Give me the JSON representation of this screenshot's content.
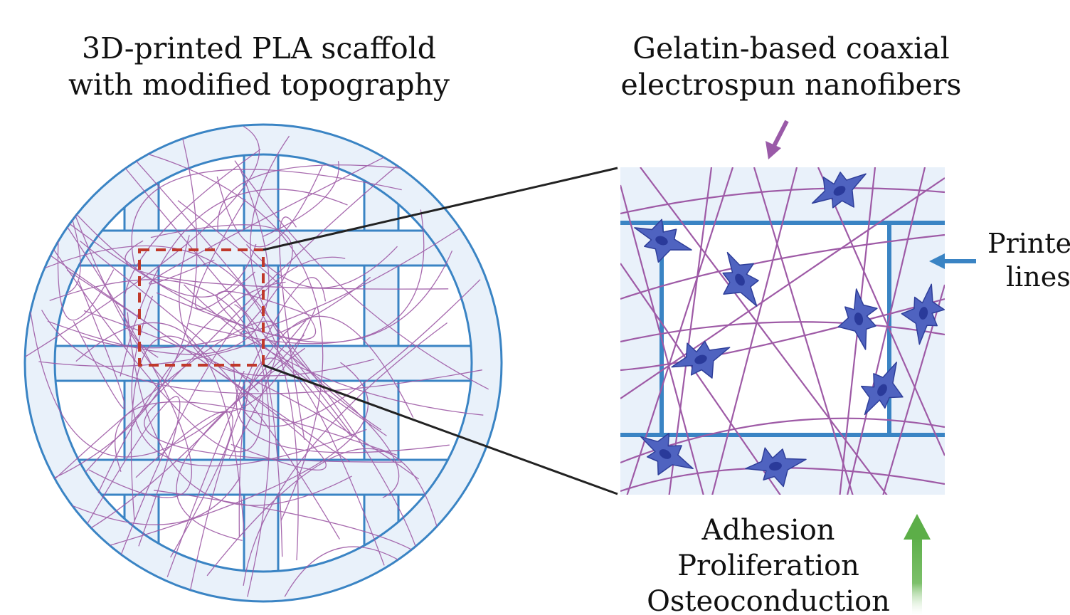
{
  "labels": {
    "scaffold_title_line1": "3D-printed PLA scaffold",
    "scaffold_title_line2": "with modified topography",
    "fibers_title_line1": "Gelatin-based coaxial",
    "fibers_title_line2": "electrospun nanofibers",
    "printed_lines_line1": "Printed",
    "printed_lines_line2": "lines",
    "outcome_1": "Adhesion",
    "outcome_2": "Proliferation",
    "outcome_3": "Osteoconduction"
  },
  "colors": {
    "scaffold_blue": "#3a84c4",
    "scaffold_fill": "#e9f1fa",
    "fiber_purple": "#9e5aa6",
    "cell_fill": "#4f63c0",
    "cell_nucleus": "#2a3a9a",
    "zoom_box": "#c0392b",
    "arrow_purple": "#9a5aa8",
    "arrow_blue": "#3a84c4",
    "arrow_green": "#5cae48"
  },
  "icons": {
    "fiber_arrow": "arrow-down-left-icon",
    "lines_arrow": "arrow-left-icon",
    "outcome_arrow": "arrow-up-icon"
  }
}
